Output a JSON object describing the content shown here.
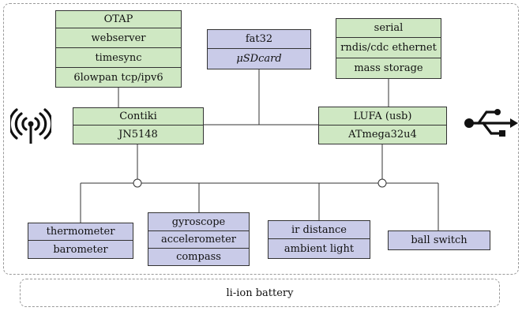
{
  "diagram": {
    "otap": [
      "OTAP",
      "webserver",
      "timesync",
      "6lowpan tcp/ipv6"
    ],
    "storage": [
      "fat32",
      "μSDcard"
    ],
    "usb_stack": [
      "serial",
      "rndis/cdc ethernet",
      "mass storage"
    ],
    "contiki": [
      "Contiki",
      "JN5148"
    ],
    "lufa": [
      "LUFA (usb)",
      "ATmega32u4"
    ],
    "sensors": {
      "thermo": [
        "thermometer",
        "barometer"
      ],
      "imu": [
        "gyroscope",
        "accelerometer",
        "compass"
      ],
      "optical": [
        "ir distance",
        "ambient light"
      ],
      "ball": [
        "ball switch"
      ]
    },
    "battery": "li-ion battery",
    "icons": [
      "wireless-antenna-icon",
      "usb-icon"
    ],
    "colors": {
      "green": "#cfe8c3",
      "blue": "#c9cbe8"
    }
  }
}
